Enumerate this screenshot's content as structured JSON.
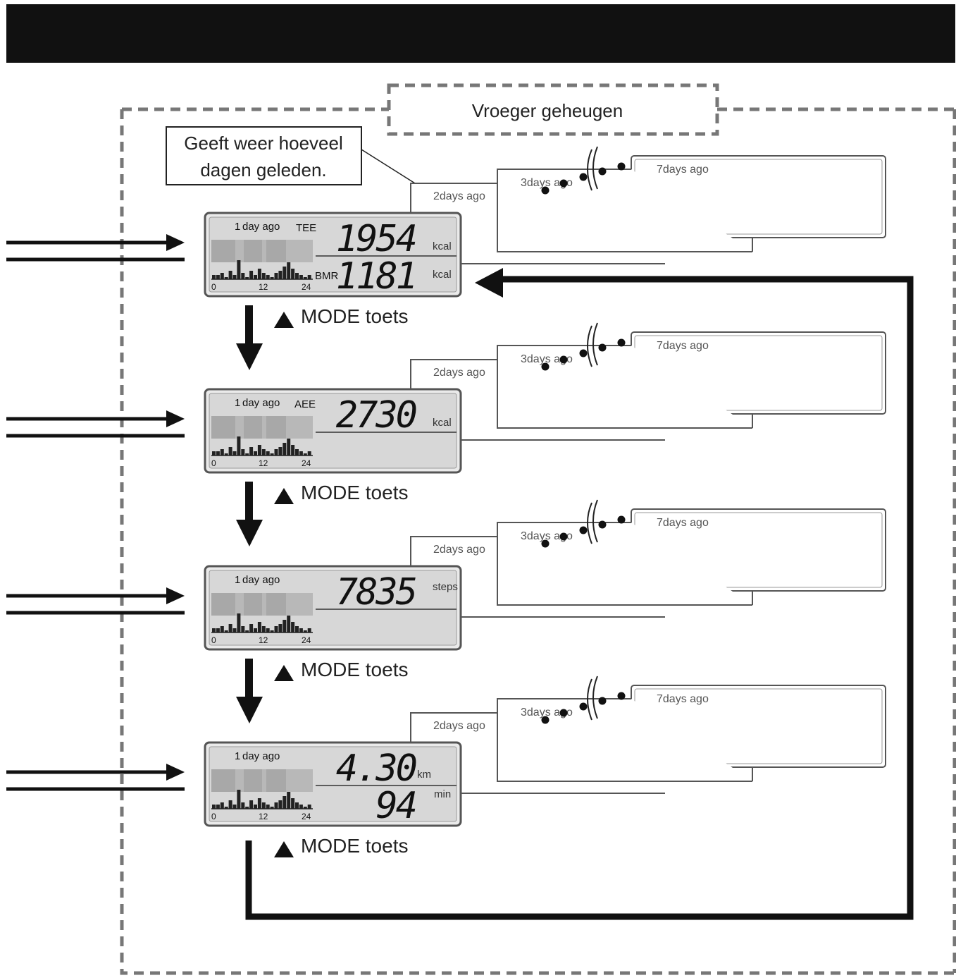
{
  "header": {
    "text": ""
  },
  "memory_label": "Vroeger geheugen",
  "callout": {
    "line1": "Geeft weer hoeveel",
    "line2": "dagen geleden."
  },
  "mode_label": "MODE toets",
  "back_cards": {
    "card2": "2days ago",
    "card3": "3days ago",
    "card7": "7days ago"
  },
  "hist_ticks": [
    "0",
    "12",
    "24"
  ],
  "screens": [
    {
      "day": "1",
      "header": "day  ago",
      "tag": "TEE",
      "value1": "1954",
      "unit1": "kcal",
      "tag2": "BMR",
      "value2": "1181",
      "unit2": "kcal"
    },
    {
      "day": "1",
      "header": "day  ago",
      "tag": "AEE",
      "value1": "2730",
      "unit1": "kcal",
      "tag2": "",
      "value2": "",
      "unit2": ""
    },
    {
      "day": "1",
      "header": "day  ago",
      "tag": "",
      "value1": "7835",
      "unit1": "steps",
      "tag2": "",
      "value2": "",
      "unit2": ""
    },
    {
      "day": "1",
      "header": "day  ago",
      "tag": "",
      "value1": "4.30",
      "unit1": "km",
      "tag2": "",
      "value2": "94",
      "unit2": "min"
    }
  ],
  "histogram_levels": [
    2,
    2,
    3,
    1,
    4,
    2,
    9,
    3,
    1,
    4,
    2,
    5,
    3,
    2,
    1,
    3,
    4,
    6,
    8,
    5,
    3,
    2,
    1,
    2
  ],
  "colors": {
    "lcd_bg": "#d7d7d7",
    "lcd_bar": "#b8b8b8",
    "ink": "#111111",
    "frame": "#555555"
  }
}
